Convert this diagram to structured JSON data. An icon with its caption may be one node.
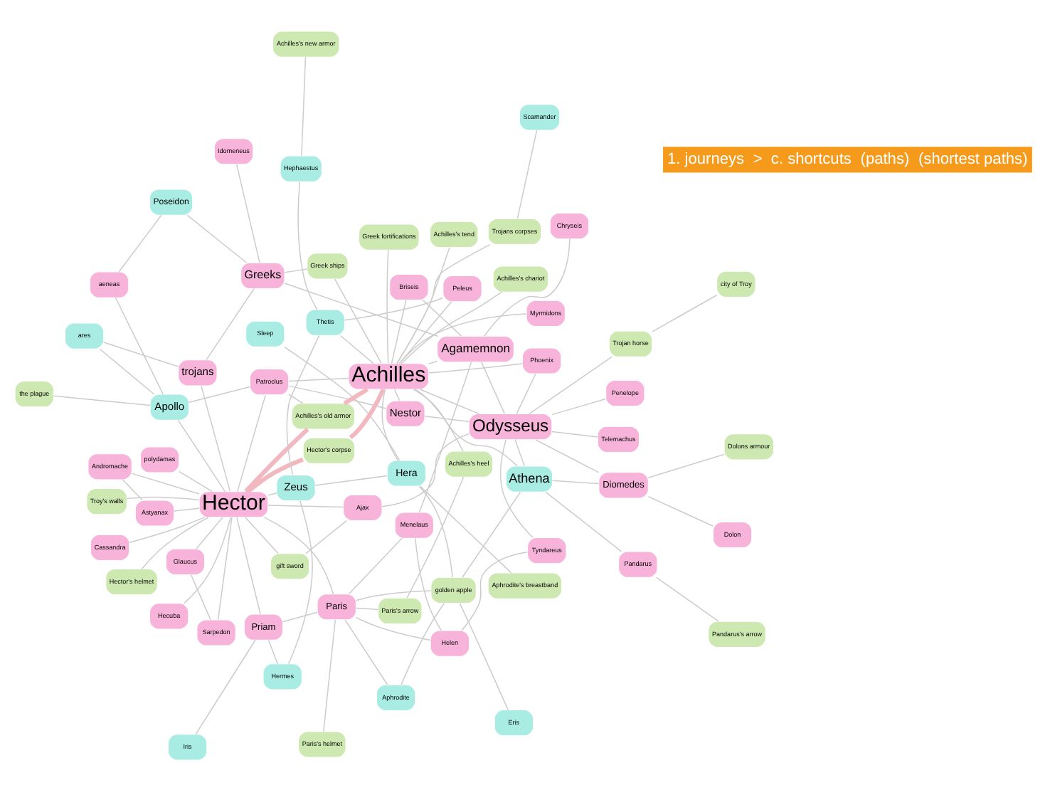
{
  "diagram": {
    "nodes": [
      {
        "text": [
          "Pandarus's arrow"
        ]
      },
      {
        "text": [
          "Pandarus"
        ]
      },
      {
        "text": [
          "Helen"
        ]
      },
      {
        "text": [
          "Tyndareus"
        ]
      },
      {
        "text": [
          "Menelaus"
        ]
      },
      {
        "text": [
          "Aphrodite"
        ]
      },
      {
        "text": [
          "Paris's helmet"
        ]
      },
      {
        "text": [
          "Penelope"
        ]
      },
      {
        "text": [
          "Eris"
        ]
      },
      {
        "text": [
          "Telemachus"
        ]
      },
      {
        "text": [
          "golden apple"
        ]
      },
      {
        "text": [
          "Athena"
        ]
      },
      {
        "text": [
          "Hera"
        ]
      },
      {
        "text": [
          "Paris"
        ]
      },
      {
        "text": [
          "Odysseus"
        ]
      },
      {
        "text": [
          "Paris's arrow"
        ]
      },
      {
        "text": [
          "Ajax"
        ]
      },
      {
        "text": [
          "Diomedes"
        ]
      },
      {
        "text": [
          "Agamemnon"
        ]
      },
      {
        "text": [
          "Phoenix"
        ]
      },
      {
        "text": [
          "Poseidon"
        ]
      },
      {
        "text": [
          "Greeks"
        ]
      },
      {
        "text": [
          "Dolons armour"
        ]
      },
      {
        "text": [
          "Trojan horse"
        ]
      },
      {
        "text": [
          "Nestor"
        ]
      },
      {
        "text": [
          "Chryseis"
        ]
      },
      {
        "text": [
          "Idomeneus"
        ]
      },
      {
        "text": [
          "Cassandra"
        ]
      },
      {
        "text": [
          "Aphrodite's breastband"
        ]
      },
      {
        "text": [
          "Dolon"
        ]
      },
      {
        "text": [
          "Priam"
        ]
      },
      {
        "text": [
          "city of Troy"
        ]
      },
      {
        "text": [
          "gift sword"
        ]
      },
      {
        "text": [
          "Sleep"
        ]
      },
      {
        "text": [
          "Briseis"
        ]
      },
      {
        "text": [
          "Hecuba"
        ]
      },
      {
        "text": [
          "Hermes"
        ]
      },
      {
        "text": [
          "Greek ships"
        ]
      },
      {
        "text": [
          "Troy's walls"
        ]
      },
      {
        "text": [
          "Greek fortifications"
        ]
      },
      {
        "text": [
          "Achilles's old armor"
        ]
      },
      {
        "text": [
          "Iris"
        ]
      },
      {
        "text": [
          "Achilles's tend"
        ]
      },
      {
        "text": [
          "Achilles"
        ]
      },
      {
        "text": [
          "Patroclus"
        ]
      },
      {
        "text": [
          "the plague"
        ]
      },
      {
        "text": [
          "Zeus"
        ]
      },
      {
        "text": [
          "Hector"
        ]
      },
      {
        "text": [
          "Glaucus"
        ]
      },
      {
        "text": [
          "Sarpedon"
        ]
      },
      {
        "text": [
          "aeneas"
        ]
      },
      {
        "text": [
          "Hector's corpse"
        ]
      },
      {
        "text": [
          "Myrmidons"
        ]
      },
      {
        "text": [
          "Achilles's chariot"
        ]
      },
      {
        "text": [
          "polydamas"
        ]
      },
      {
        "text": [
          "Apollo"
        ]
      },
      {
        "text": [
          "trojans"
        ]
      },
      {
        "text": [
          "Andromache"
        ]
      },
      {
        "text": [
          "Astyanax"
        ]
      },
      {
        "text": [
          "Trojans corpses"
        ]
      },
      {
        "text": [
          "Scamander"
        ]
      },
      {
        "text": [
          "ares"
        ]
      },
      {
        "text": [
          "Hector's helmet"
        ]
      },
      {
        "text": [
          "Achilles's heel"
        ]
      },
      {
        "text": [
          "Peleus"
        ]
      },
      {
        "text": [
          "Thetis"
        ]
      },
      {
        "text": [
          "Hephaestus"
        ]
      },
      {
        "text": [
          "Achilles's new armor"
        ]
      }
    ],
    "edges": [
      {
        "from": 1,
        "to": 0,
        "arrow": "none"
      },
      {
        "from": 1,
        "to": 11,
        "arrow": "none"
      },
      {
        "from": 2,
        "to": 13,
        "arrow": "none"
      },
      {
        "from": 2,
        "to": 4,
        "arrow": "none"
      },
      {
        "from": 3,
        "to": 2,
        "arrow": "none"
      },
      {
        "from": 3,
        "to": 14,
        "arrow": "none"
      },
      {
        "from": 7,
        "to": 14,
        "arrow": "none"
      },
      {
        "from": 9,
        "to": 14,
        "arrow": "none"
      },
      {
        "from": 4,
        "to": 18,
        "arrow": "none"
      },
      {
        "from": 4,
        "to": 13,
        "arrow": "none"
      },
      {
        "from": 5,
        "to": 13,
        "arrow": "none"
      },
      {
        "from": 6,
        "to": 13,
        "arrow": "none"
      },
      {
        "from": 8,
        "to": 10,
        "arrow": "none"
      },
      {
        "from": 10,
        "to": 13,
        "arrow": "none"
      },
      {
        "from": 5,
        "to": 10,
        "arrow": "none"
      },
      {
        "from": 11,
        "to": 10,
        "arrow": "none"
      },
      {
        "from": 12,
        "to": 10,
        "arrow": "none"
      },
      {
        "from": 11,
        "to": 14,
        "arrow": "none"
      },
      {
        "from": 11,
        "to": 17,
        "arrow": "none"
      },
      {
        "from": 11,
        "to": 43,
        "arrow": "none"
      },
      {
        "from": 12,
        "to": 46,
        "arrow": "none"
      },
      {
        "from": 12,
        "to": 43,
        "arrow": "none"
      },
      {
        "from": 12,
        "to": 33,
        "arrow": "none"
      },
      {
        "from": 12,
        "to": 28,
        "arrow": "none"
      },
      {
        "from": 13,
        "to": 15,
        "arrow": "none"
      },
      {
        "from": 15,
        "to": 63,
        "arrow": "none"
      },
      {
        "from": 13,
        "to": 47,
        "arrow": "none"
      },
      {
        "from": 13,
        "to": 30,
        "arrow": "none"
      },
      {
        "from": 14,
        "to": 16,
        "arrow": "none"
      },
      {
        "from": 14,
        "to": 18,
        "arrow": "none"
      },
      {
        "from": 14,
        "to": 17,
        "arrow": "none"
      },
      {
        "from": 14,
        "to": 43,
        "arrow": "none"
      },
      {
        "from": 14,
        "to": 19,
        "arrow": "none"
      },
      {
        "from": 14,
        "to": 24,
        "arrow": "none"
      },
      {
        "from": 17,
        "to": 29,
        "arrow": "none"
      },
      {
        "from": 17,
        "to": 22,
        "arrow": "none"
      },
      {
        "from": 18,
        "to": 43,
        "arrow": "none"
      },
      {
        "from": 18,
        "to": 34,
        "arrow": "none"
      },
      {
        "from": 18,
        "to": 25,
        "arrow": "none"
      },
      {
        "from": 18,
        "to": 21,
        "arrow": "none"
      },
      {
        "from": 21,
        "to": 56,
        "arrow": "none"
      },
      {
        "from": 21,
        "to": 37,
        "arrow": "none"
      },
      {
        "from": 20,
        "to": 50,
        "arrow": "none"
      },
      {
        "from": 20,
        "to": 21,
        "arrow": "none"
      },
      {
        "from": 26,
        "to": 21,
        "arrow": "none"
      },
      {
        "from": 24,
        "to": 43,
        "arrow": "none"
      },
      {
        "from": 24,
        "to": 44,
        "arrow": "none"
      },
      {
        "from": 19,
        "to": 43,
        "arrow": "none"
      },
      {
        "from": 16,
        "to": 47,
        "arrow": "none"
      },
      {
        "from": 32,
        "to": 16,
        "arrow": "none"
      },
      {
        "from": 32,
        "to": 47,
        "arrow": "none"
      },
      {
        "from": 34,
        "to": 43,
        "arrow": "none"
      },
      {
        "from": 37,
        "to": 43,
        "arrow": "none"
      },
      {
        "from": 39,
        "to": 43,
        "arrow": "none"
      },
      {
        "from": 42,
        "to": 43,
        "arrow": "none"
      },
      {
        "from": 43,
        "to": 44,
        "arrow": "none"
      },
      {
        "from": 43,
        "to": 52,
        "arrow": "none"
      },
      {
        "from": 43,
        "to": 53,
        "arrow": "none"
      },
      {
        "from": 44,
        "to": 47,
        "arrow": "none"
      },
      {
        "from": 40,
        "to": 44,
        "arrow": "none"
      },
      {
        "from": 55,
        "to": 45,
        "arrow": "none"
      },
      {
        "from": 55,
        "to": 47,
        "arrow": "none"
      },
      {
        "from": 55,
        "to": 44,
        "arrow": "none"
      },
      {
        "from": 55,
        "to": 50,
        "arrow": "none"
      },
      {
        "from": 46,
        "to": 47,
        "arrow": "none"
      },
      {
        "from": 46,
        "to": 36,
        "arrow": "none"
      },
      {
        "from": 41,
        "to": 30,
        "arrow": "none"
      },
      {
        "from": 36,
        "to": 30,
        "arrow": "none"
      },
      {
        "from": 30,
        "to": 47,
        "arrow": "none"
      },
      {
        "from": 35,
        "to": 47,
        "arrow": "none"
      },
      {
        "from": 27,
        "to": 47,
        "arrow": "none"
      },
      {
        "from": 23,
        "to": 31,
        "arrow": "none"
      },
      {
        "from": 23,
        "to": 14,
        "arrow": "none"
      },
      {
        "from": 38,
        "to": 47,
        "arrow": "none"
      },
      {
        "from": 47,
        "to": 48,
        "arrow": "none"
      },
      {
        "from": 49,
        "to": 48,
        "arrow": "none"
      },
      {
        "from": 47,
        "to": 49,
        "arrow": "none"
      },
      {
        "from": 47,
        "to": 57,
        "arrow": "none"
      },
      {
        "from": 57,
        "to": 58,
        "arrow": "none"
      },
      {
        "from": 47,
        "to": 58,
        "arrow": "none"
      },
      {
        "from": 47,
        "to": 62,
        "arrow": "none"
      },
      {
        "from": 47,
        "to": 54,
        "arrow": "none"
      },
      {
        "from": 47,
        "to": 56,
        "arrow": "none"
      },
      {
        "from": 56,
        "to": 61,
        "arrow": "none"
      },
      {
        "from": 55,
        "to": 61,
        "arrow": "none"
      },
      {
        "from": 43,
        "to": 59,
        "arrow": "none"
      },
      {
        "from": 60,
        "to": 59,
        "arrow": "none"
      },
      {
        "from": 43,
        "to": 63,
        "arrow": "none"
      },
      {
        "from": 43,
        "to": 64,
        "arrow": "none"
      },
      {
        "from": 65,
        "to": 43,
        "arrow": "none"
      },
      {
        "from": 65,
        "to": 64,
        "arrow": "none"
      },
      {
        "from": 65,
        "to": 66,
        "arrow": "none"
      },
      {
        "from": 66,
        "to": 67,
        "arrow": "none"
      },
      {
        "from": 65,
        "to": 46,
        "arrow": "none"
      },
      {
        "from": 43,
        "to": 40,
        "arrow": "none",
        "style": "thick",
        "color": "#f2b8c0"
      },
      {
        "from": 40,
        "to": 47,
        "arrow": "none",
        "style": "thick",
        "color": "#f2b8c0"
      },
      {
        "from": 43,
        "to": 51,
        "arrow": "none",
        "style": "thick",
        "color": "#f2b8c0"
      },
      {
        "from": 51,
        "to": 47,
        "arrow": "none",
        "style": "thick",
        "color": "#f2b8c0"
      }
    ],
    "labels": [
      "1. journeys",
      ">",
      "c. shortcuts",
      "(paths)",
      "(shortest paths)"
    ]
  }
}
